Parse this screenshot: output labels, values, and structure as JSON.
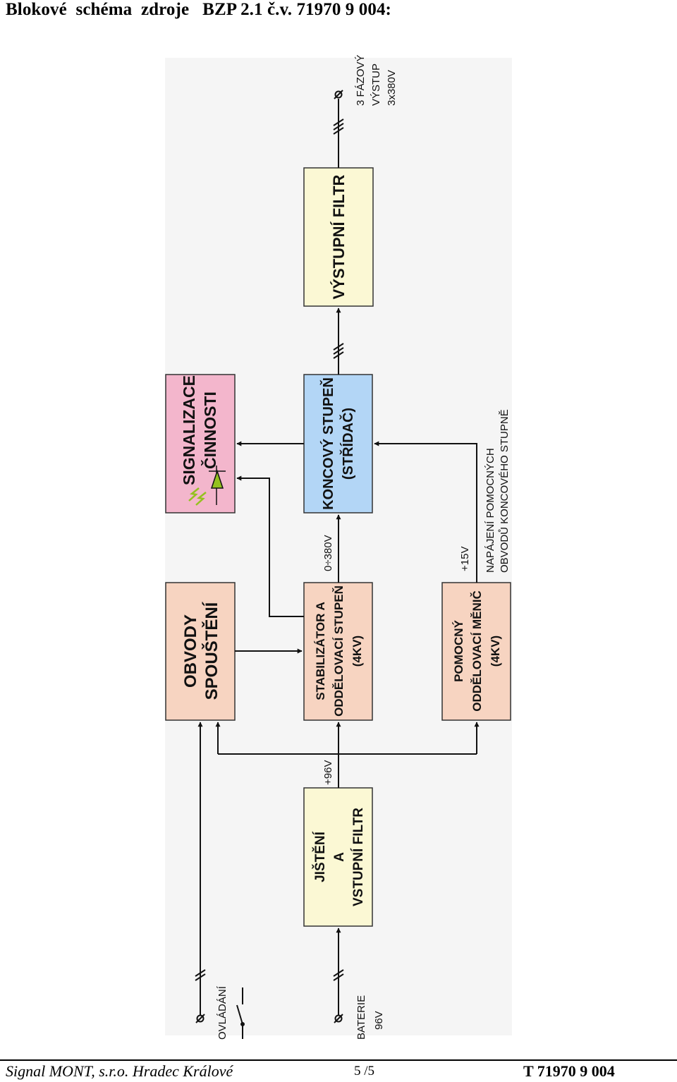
{
  "page_title": "Blokové  schéma  zdroje   BZP 2.1 č.v. 71970 9 004:",
  "diagram": {
    "colors": {
      "yellow_block": "#fbf8d4",
      "salmon_block": "#f7d4c1",
      "pink_block": "#f3b6cc",
      "blue_block": "#b3d6f6",
      "led": "#94c11f"
    },
    "blocks": {
      "jisteni": {
        "lines": [
          "JIŠTĚNÍ",
          "A",
          "VSTUPNÍ FILTR"
        ]
      },
      "obvody": {
        "lines": [
          "OBVODY",
          "SPOUŠTĚNÍ"
        ]
      },
      "stabilizator": {
        "lines": [
          "STABILIZÁTOR A",
          "ODDĚLOVACÍ STUPEŇ",
          "(4KV)"
        ]
      },
      "pomocny": {
        "lines": [
          "POMOCNÝ",
          "ODDĚLOVACÍ MĚNIČ",
          "(4KV)"
        ]
      },
      "signalizace": {
        "lines": [
          "SIGNALIZACE",
          "ČINNOSTI"
        ]
      },
      "koncovy": {
        "lines": [
          "KONCOVÝ STUPEŇ",
          "(STŘÍDAČ)"
        ]
      },
      "vystupni": {
        "lines": [
          "VÝSTUPNÍ FILTR"
        ]
      }
    },
    "labels": {
      "ovladani": "OVLÁDÁNÍ",
      "baterie_1": "BATERIE",
      "baterie_2": "96V",
      "v96": "+96V",
      "v380": "0÷380V",
      "v15": "+15V",
      "napajeni_1": "NAPÁJENÍ POMOCNÝCH",
      "napajeni_2": "OBVODŮ KONCOVÉHO STUPNĚ",
      "vystup_1": "3 FÁZOVÝ",
      "vystup_2": "VÝSTUP",
      "vystup_3": "3x380V"
    }
  },
  "footer": {
    "company": "Signal MONT, s.r.o.  Hradec Králové",
    "page": "5 /5",
    "doc_number": "T 71970 9 004"
  }
}
